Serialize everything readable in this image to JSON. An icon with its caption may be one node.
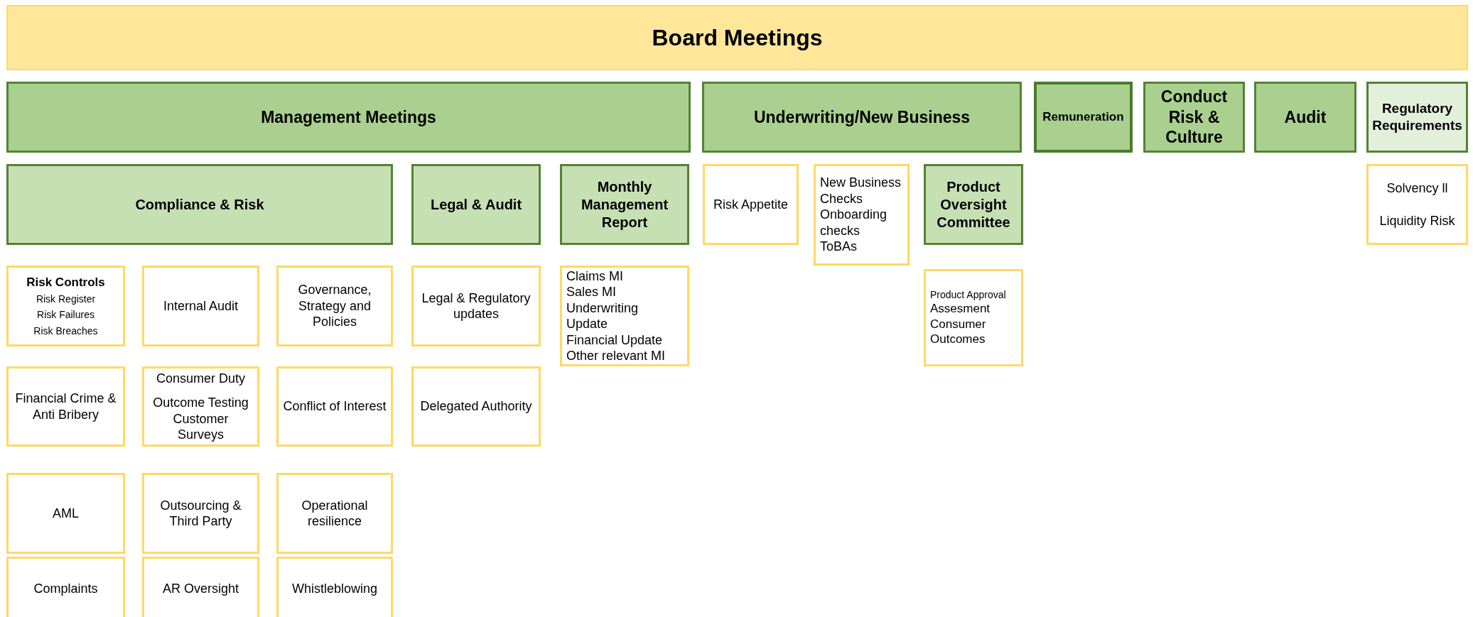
{
  "diagram": {
    "nodes": [
      {
        "text": [
          "Board Meetings"
        ]
      },
      {
        "text": [
          "Management Meetings"
        ]
      },
      {
        "text": [
          "Underwriting/New Business"
        ]
      },
      {
        "text": [
          "Remuneration"
        ]
      },
      {
        "text": [
          "Conduct Risk & Culture"
        ]
      },
      {
        "text": [
          "Audit"
        ]
      },
      {
        "text": [
          "Regulatory Requirements"
        ]
      },
      {
        "text": [
          "Compliance & Risk"
        ]
      },
      {
        "text": [
          "Legal & Audit"
        ]
      },
      {
        "text": [
          "Monthly Management Report"
        ]
      },
      {
        "text": [
          "Risk Appetite"
        ]
      },
      {
        "text": [
          "New Business Checks",
          "Onboarding checks",
          "ToBAs"
        ]
      },
      {
        "text": [
          "Product Oversight Committee"
        ]
      },
      {
        "text": [
          "Solvency ll",
          "Liquidity Risk"
        ]
      },
      {
        "text": [
          "Risk Controls",
          "Risk Register",
          "Risk Failures",
          "Risk Breaches"
        ]
      },
      {
        "text": [
          "Internal Audit"
        ]
      },
      {
        "text": [
          "Governance, Strategy and Policies"
        ]
      },
      {
        "text": [
          "Legal & Regulatory updates"
        ]
      },
      {
        "text": [
          "Claims MI",
          "Sales MI",
          "Underwriting Update",
          "Financial Update",
          "Other relevant MI"
        ]
      },
      {
        "text": [
          "Product  Approval",
          "Assesment",
          "Consumer Outcomes"
        ]
      },
      {
        "text": [
          "Financial Crime & Anti Bribery"
        ]
      },
      {
        "text": [
          "Consumer Duty",
          "Outcome Testing",
          "Customer Surveys"
        ]
      },
      {
        "text": [
          "Conflict of Interest"
        ]
      },
      {
        "text": [
          "Delegated Authority"
        ]
      },
      {
        "text": [
          "AML"
        ]
      },
      {
        "text": [
          "Outsourcing & Third Party"
        ]
      },
      {
        "text": [
          "Operational resilience"
        ]
      },
      {
        "text": [
          "Complaints"
        ]
      },
      {
        "text": [
          "AR Oversight"
        ]
      },
      {
        "text": [
          "Whistleblowing"
        ]
      }
    ]
  }
}
